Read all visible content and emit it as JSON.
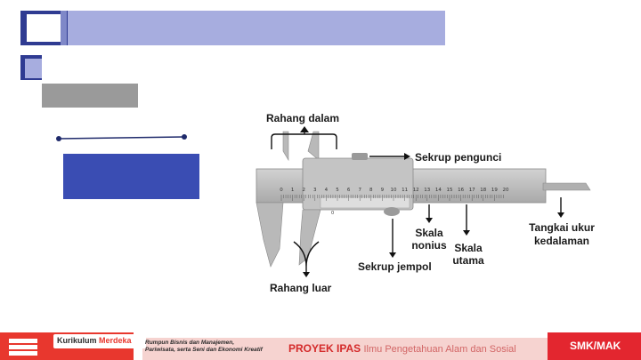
{
  "diagram": {
    "labels": {
      "rahang_dalam": "Rahang dalam",
      "sekrup_pengunci": "Sekrup pengunci",
      "skala_nonius_1": "Skala",
      "skala_nonius_2": "nonius",
      "skala_utama_1": "Skala",
      "skala_utama_2": "utama",
      "sekrup_jempol": "Sekrup jempol",
      "tangkai_1": "Tangkai ukur",
      "tangkai_2": "kedalaman",
      "rahang_luar": "Rahang luar"
    },
    "main_scale_ticks": [
      "0",
      "1",
      "2",
      "3",
      "4",
      "5",
      "6",
      "7",
      "8",
      "9",
      "10",
      "11",
      "12",
      "13",
      "14",
      "15",
      "16",
      "17",
      "18",
      "19",
      "20"
    ],
    "vernier_zero": "0"
  },
  "footer": {
    "kurikulum": "Kurikulum",
    "merdeka": "Merdeka",
    "rumpun_line1": "Rumpun Bisnis dan Manajemen,",
    "rumpun_line2": "Pariwisata, serta Seni dan Ekonomi Kreatif",
    "proyek": "PROYEK IPAS",
    "ilmu": "Ilmu Pengetahuan Alam dan Sosial",
    "smk": "SMK/MAK"
  },
  "colors": {
    "header_bar": "#a7addf",
    "header_square": "#2f3b92",
    "accent_blue": "#3a4db3",
    "gray_box": "#9a9a9a",
    "footer_red": "#e8372e",
    "footer_pink": "#f6d3d0",
    "caliper_body": "#b9b9b9"
  }
}
